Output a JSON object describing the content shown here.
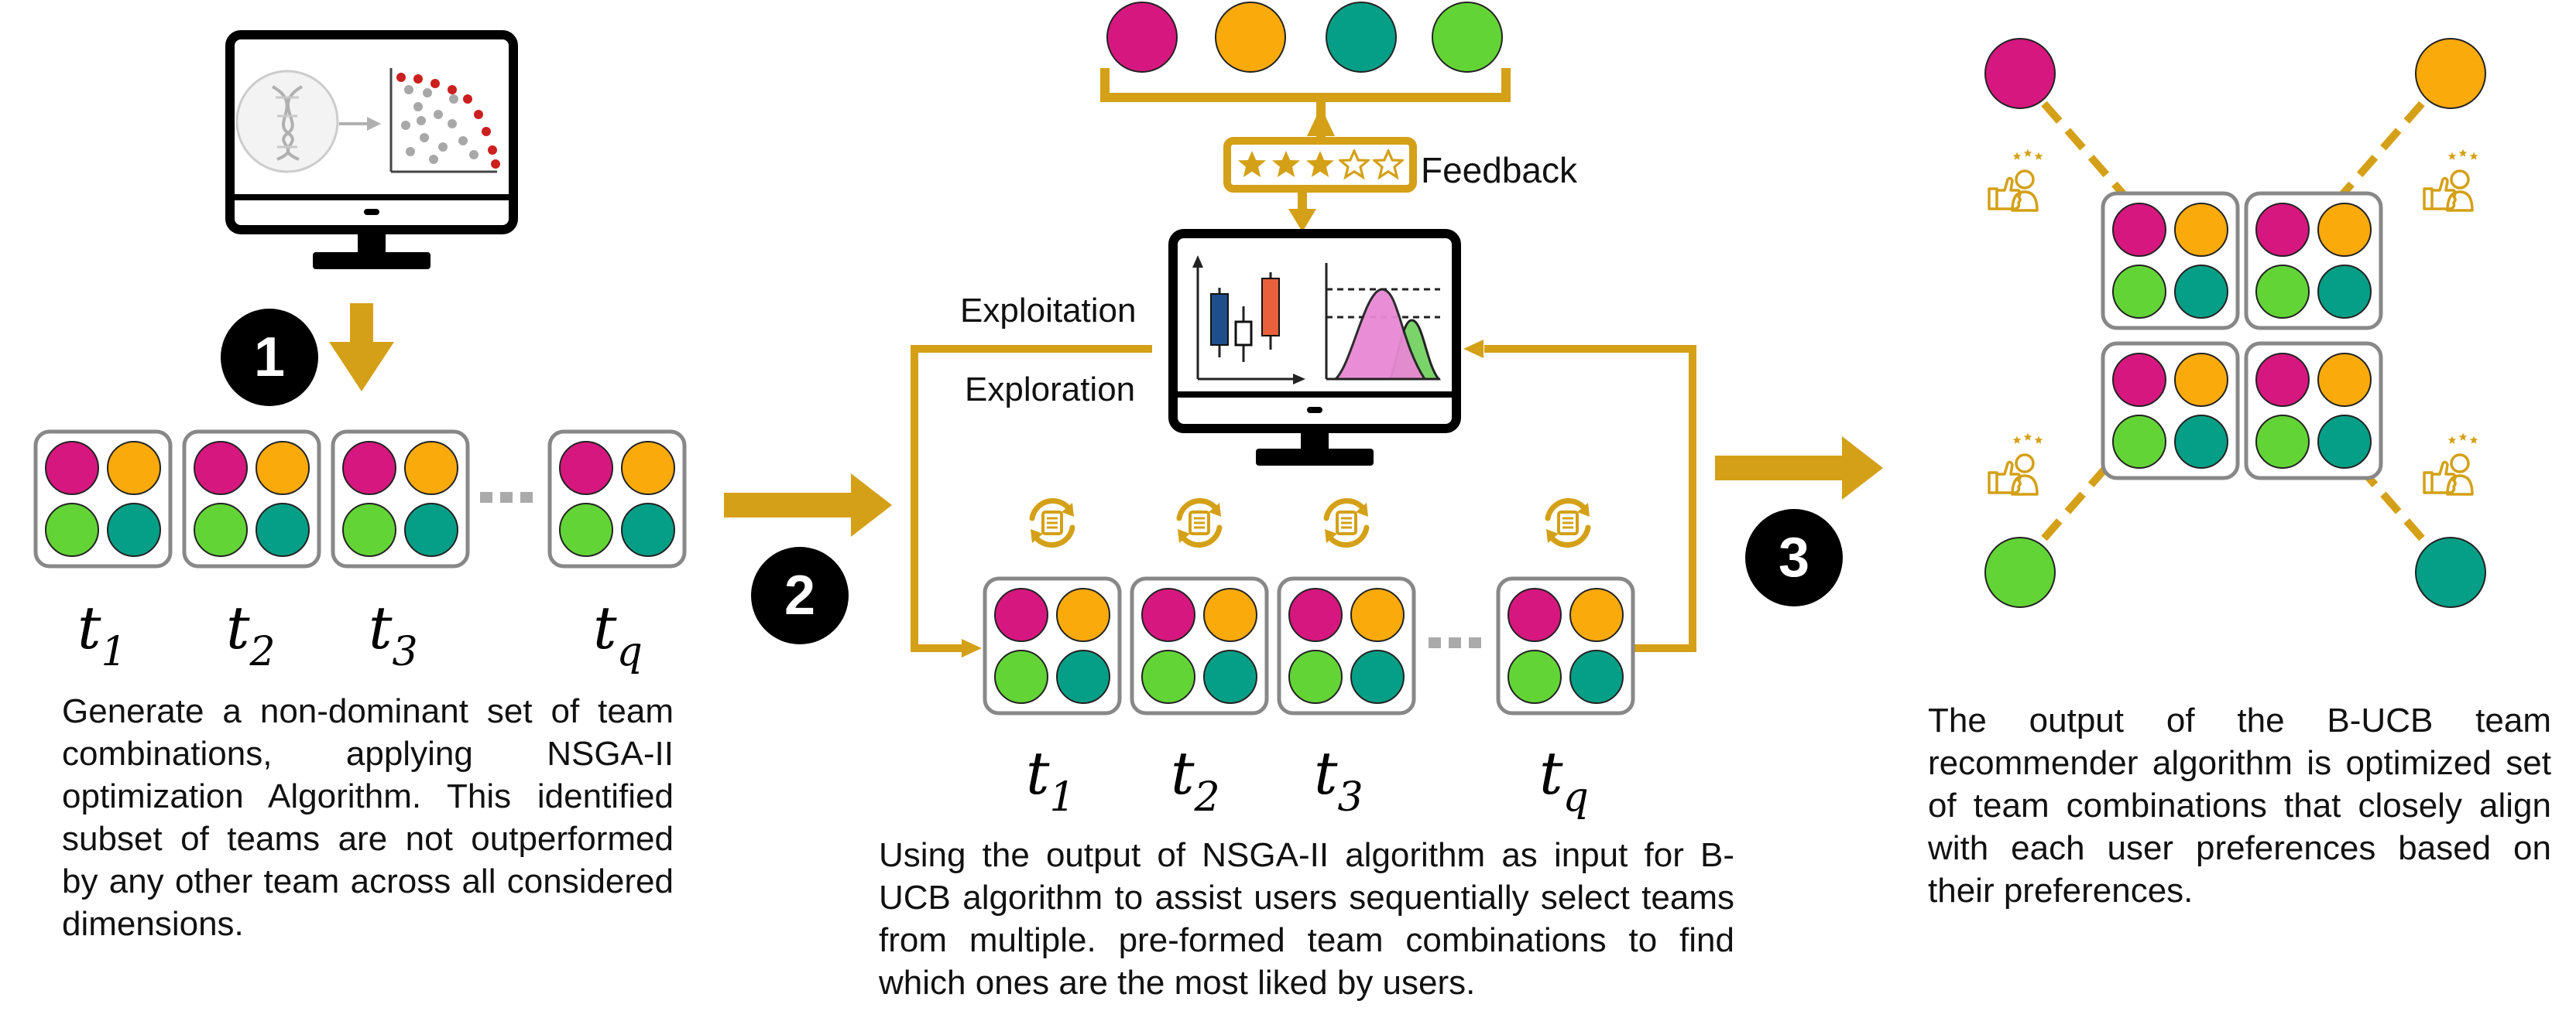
{
  "colors": {
    "accent": "#D4A017",
    "pink": "#D6177F",
    "orange": "#FBAA0B",
    "teal": "#059E86",
    "green": "#63D436",
    "border": "#888888",
    "dots": "#AAAAAA"
  },
  "icons": {
    "monitor": "monitor-icon",
    "dna": "dna-icon",
    "scatter": "pareto-scatter-icon",
    "candlestick": "candlestick-chart-icon",
    "distribution": "distribution-chart-icon",
    "stars": "star-rating-icon",
    "refresh": "refresh-cycle-icon",
    "thumbs": "thumbs-up-user-icon"
  },
  "steps": {
    "step1": "1",
    "step2": "2",
    "step3": "3"
  },
  "labels": {
    "feedback": "Feedback",
    "exploitation": "Exploitation",
    "exploration": "Exploration",
    "ellipsis": "⋯"
  },
  "team_labels": [
    "t",
    "t",
    "t",
    "t"
  ],
  "team_subscripts": [
    "1",
    "2",
    "3",
    "q"
  ],
  "rating": {
    "filled": 3,
    "total": 5
  },
  "captions": {
    "left": "Generate a non-dominant set of team combinations, applying NSGA-II optimization Algorithm. This identified subset of teams are not outperformed by any other team across all considered dimensions.",
    "middle": "Using the output of NSGA-II algorithm as input for B-UCB algorithm to assist users sequentially select teams from multiple. pre-formed team combinations to find which ones are the most liked by users.",
    "right": "The output of the B-UCB team recommender algorithm is optimized set of team combinations that closely align with each user preferences based on their preferences."
  }
}
